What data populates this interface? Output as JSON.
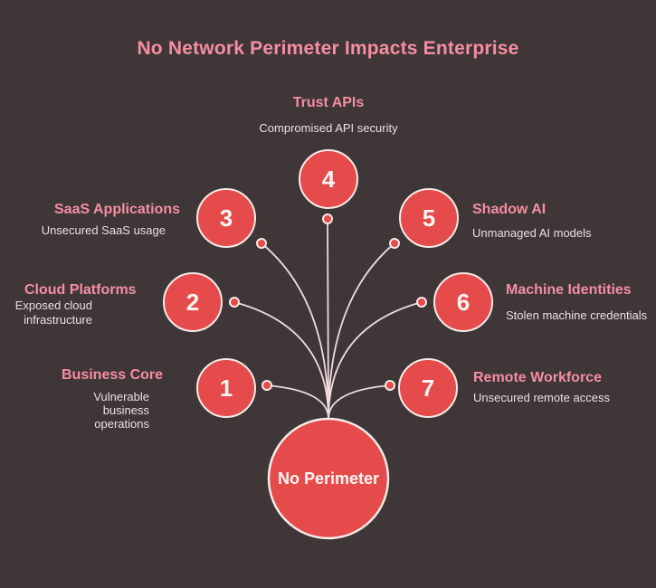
{
  "title": "No Network Perimeter Impacts Enterprise",
  "center_node": {
    "label": "No Perimeter"
  },
  "nodes": [
    {
      "number": "1",
      "label": "Business Core",
      "description": "Vulnerable business operations"
    },
    {
      "number": "2",
      "label": "Cloud Platforms",
      "description": "Exposed cloud infrastructure"
    },
    {
      "number": "3",
      "label": "SaaS Applications",
      "description": "Unsecured SaaS usage"
    },
    {
      "number": "4",
      "label": "Trust APIs",
      "description": "Compromised API security"
    },
    {
      "number": "5",
      "label": "Shadow AI",
      "description": "Unmanaged AI models"
    },
    {
      "number": "6",
      "label": "Machine Identities",
      "description": "Stolen machine credentials"
    },
    {
      "number": "7",
      "label": "Remote Workforce",
      "description": "Unsecured remote access"
    }
  ],
  "colors": {
    "background": "#3e3637",
    "node_fill": "#e54b4b",
    "node_stroke": "#f7eae8",
    "connector_line": "#efdbdc",
    "accent_pink": "#f68da1",
    "description_text": "#e8e2e1",
    "number_text": "#faf4f3"
  }
}
